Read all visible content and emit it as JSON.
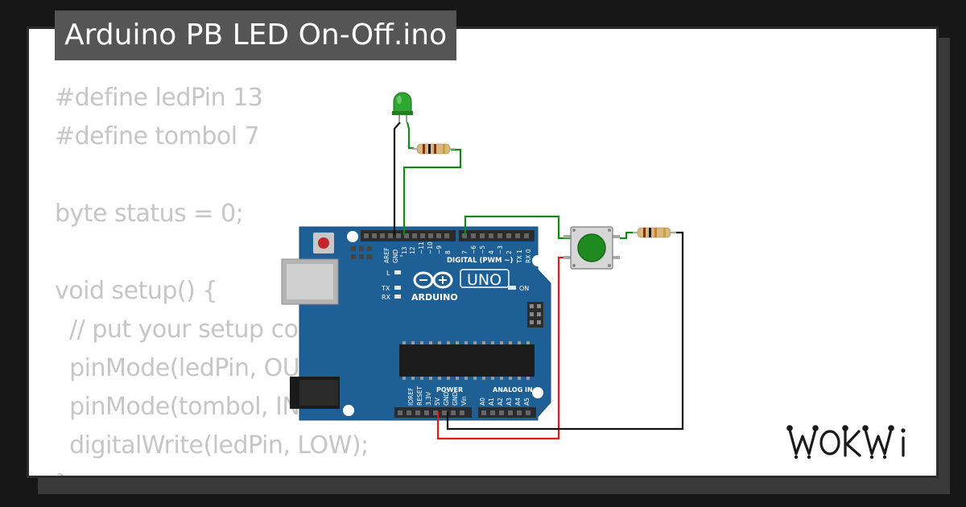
{
  "project": {
    "title": "Arduino PB LED On-Off.ino"
  },
  "code_lines": [
    "#define ledPin 13",
    "#define tombol 7",
    "",
    "byte status = 0;",
    "",
    "void setup() {",
    "  // put your setup code here, to run once:",
    "  pinMode(ledPin, OUTPUT);",
    "  pinMode(tombol, INPUT);",
    "  digitalWrite(ledPin, LOW);",
    "}"
  ],
  "board": {
    "digital_label": "DIGITAL (PWM ~)",
    "model": "UNO",
    "brand": "ARDUINO",
    "power_label": "POWER",
    "analog_label": "ANALOG IN",
    "on_label": "ON",
    "led_l_label": "L",
    "led_tx_label": "TX",
    "led_rx_label": "RX",
    "top_pins": [
      "AREF",
      "GND",
      "13",
      "12",
      "~11",
      "~10",
      "~9",
      "8",
      "7",
      "~6",
      "~5",
      "4",
      "~3",
      "2",
      "TX 1",
      "RX 0"
    ],
    "power_pins": [
      "IOREF",
      "RESET",
      "3.3V",
      "5V",
      "GND",
      "GND",
      "Vin"
    ],
    "analog_pins": [
      "A0",
      "A1",
      "A2",
      "A3",
      "A4",
      "A5"
    ]
  },
  "brand_logo": "WOKWi",
  "colors": {
    "board": "#1e5f96",
    "wire_green": "#138a13",
    "wire_red": "#e01b1b",
    "wire_black": "#111111",
    "led": "#2fa82f",
    "button": "#1f8a1f"
  },
  "icons": {
    "arduino_logo": "infinity-logo",
    "led": "led-component",
    "resistor": "resistor-component",
    "pushbutton": "pushbutton-component"
  }
}
